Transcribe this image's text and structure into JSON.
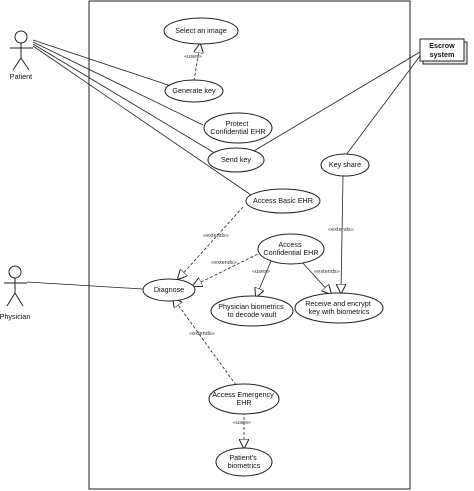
{
  "actors": {
    "patient": "Patient",
    "physician": "Physician",
    "escrow_line1": "Escrow",
    "escrow_line2": "system"
  },
  "use_cases": {
    "select_image": [
      "Select an image"
    ],
    "generate_key": [
      "Generate key"
    ],
    "protect_ehr": [
      "Protect",
      "Confidential EHR"
    ],
    "send_key": [
      "Send key"
    ],
    "key_share": [
      "Key share"
    ],
    "access_basic": [
      "Access Basic EHR"
    ],
    "access_confidential": [
      "Access",
      "Confidential EHR"
    ],
    "diagnose": [
      "Diagnose"
    ],
    "physician_biometrics": [
      "Physician biometrics",
      "to decode vault"
    ],
    "receive_encrypt": [
      "Receive and encrypt",
      "key with biometrics"
    ],
    "access_emergency": [
      "Access Emergency",
      "EHR"
    ],
    "patients_biometrics": [
      "Patient's",
      "biometrics"
    ]
  },
  "stereotypes": {
    "uses": "«uses»",
    "extends": "«extends»"
  }
}
